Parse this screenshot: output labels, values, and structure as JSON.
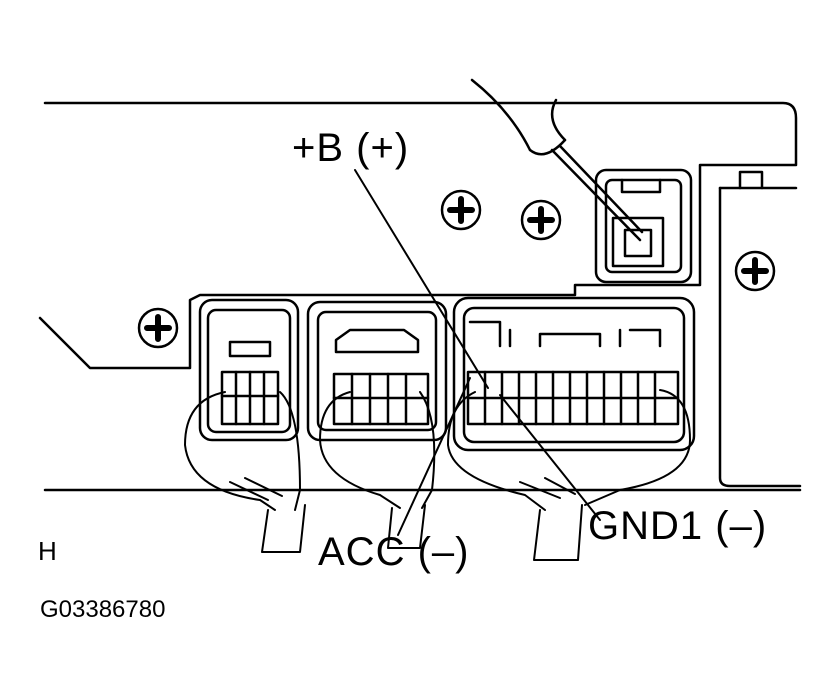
{
  "labels": {
    "b_plus": "+B (+)",
    "acc": "ACC (–)",
    "gnd1": "GND1 (–)",
    "view_letter": "H",
    "figure_code": "G03386780"
  },
  "colors": {
    "line": "#000000",
    "background": "#ffffff"
  },
  "icons": [
    "screw-icon",
    "probe-icon"
  ]
}
